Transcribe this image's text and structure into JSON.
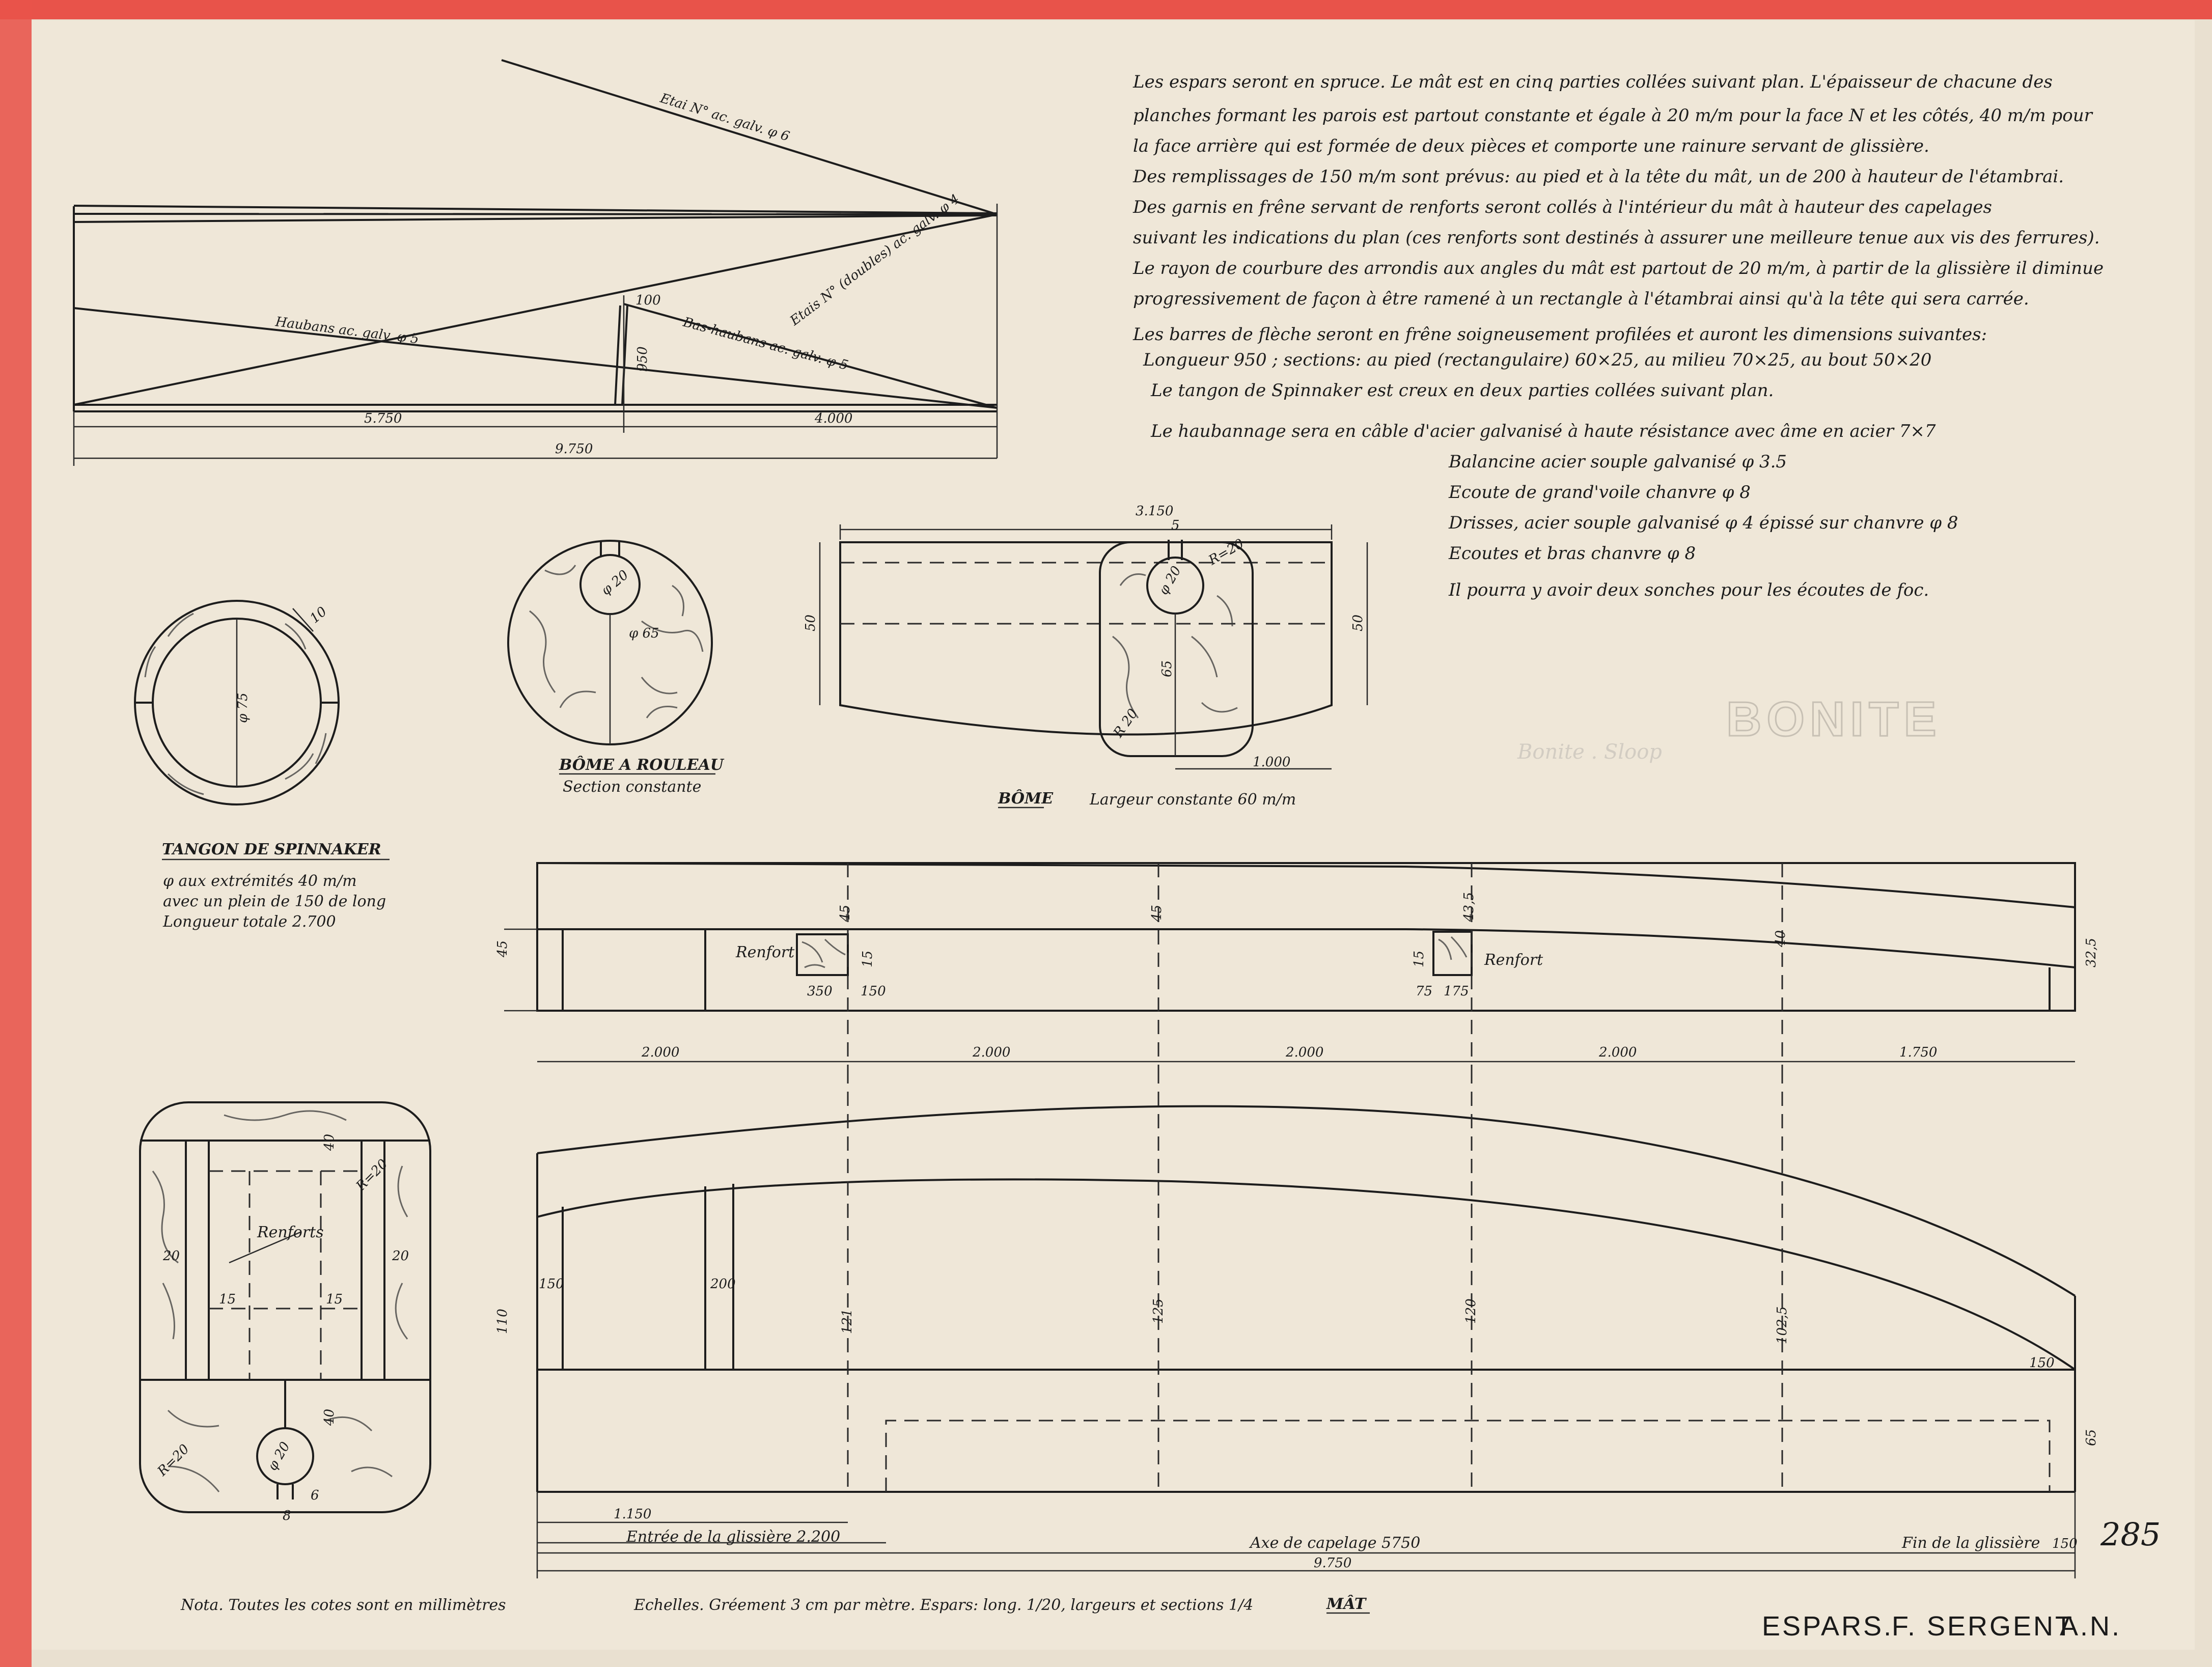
{
  "colors": {
    "paper": "#efe7d8",
    "tape": "#e8534a",
    "ink": "#1c1c1c"
  },
  "rigging": {
    "etai": "Etai N° ac. galv. φ 6",
    "etais_doubles": "Etais N° (doubles) ac. galv. φ 4",
    "haubans": "Haubans ac. galv. φ 5",
    "bas_haubans": "Bas-haubans ac. galv. φ 5",
    "spreader_height": "100",
    "spreader_length": "950",
    "dim_left": "5.750",
    "dim_right": "4.000",
    "dim_total": "9.750"
  },
  "notes": [
    "Les espars seront en spruce. Le mât est en cinq parties collées suivant plan. L'épaisseur de chacune des",
    "planches formant les parois est partout constante et égale à 20 m/m pour la face N et les côtés, 40 m/m pour",
    "la face arrière qui est formée de deux pièces et comporte une rainure servant de glissière.",
    "Des remplissages de 150 m/m sont prévus: au pied et à la tête du mât, un de 200 à hauteur de l'étambrai.",
    "Des garnis en frêne servant de renforts seront collés à l'intérieur du mât à hauteur des capelages",
    "suivant les indications du plan (ces renforts sont destinés à assurer une meilleure tenue aux vis des ferrures).",
    "Le rayon de courbure des arrondis aux angles du mât est partout de 20 m/m, à partir de la glissière il diminue",
    "progressivement de façon à être ramené à un rectangle à l'étambrai ainsi qu'à la tête qui sera carrée.",
    "Les barres de flèche seront en frêne soigneusement profilées et auront les dimensions suivantes:",
    "Longueur 950 ; sections: au pied (rectangulaire) 60×25, au milieu 70×25, au bout 50×20",
    "Le tangon de Spinnaker est creux en deux parties collées suivant plan.",
    "Le haubannage sera en câble d'acier galvanisé à haute résistance avec âme en acier 7×7"
  ],
  "rigging_list": [
    "Balancine acier souple galvanisé φ 3.5",
    "Ecoute de grand'voile chanvre φ 8",
    "Drisses, acier souple galvanisé φ 4 épissé sur chanvre φ 8",
    "Ecoutes et bras chanvre φ 8",
    "Il pourra y avoir deux sonches pour les écoutes de foc."
  ],
  "watermark": {
    "title": "BONITE",
    "subtitle": "Bonite . Sloop"
  },
  "tangon": {
    "caption": "TANGON DE SPINNAKER",
    "dim_wall": "10",
    "dim_dia": "φ 75",
    "spec_1": "φ aux extrémités 40 m/m",
    "spec_2": "avec un plein de 150 de long",
    "spec_3": "Longueur totale 2.700"
  },
  "bome_rouleau": {
    "caption": "BÔME A ROULEAU",
    "sub": "Section constante",
    "dim_slot": "φ 20",
    "dim_dia": "φ 65"
  },
  "bome": {
    "caption": "BÔME",
    "sub": "Largeur constante 60 m/m",
    "dim_len": "3.150",
    "dim_h_left": "50",
    "dim_h_right": "50",
    "dim_slot": "5",
    "dim_hole": "φ 20",
    "dim_r": "R=20",
    "dim_inner": "65",
    "dim_r2": "R 20",
    "dim_end": "1.000"
  },
  "mast_side": {
    "dims_top": [
      "45",
      "45",
      "43,5",
      "40"
    ],
    "dim_left": "45",
    "dim_right": "32,5",
    "renfort_1": "Renfort",
    "renfort_2": "Renfort",
    "r1_a": "350",
    "r1_b": "150",
    "r1_c": "15",
    "r2_a": "75",
    "r2_b": "175",
    "r2_c": "15",
    "segments": [
      "2.000",
      "2.000",
      "2.000",
      "2.000",
      "1.750"
    ]
  },
  "mast_front": {
    "dims": [
      "150",
      "200",
      "121",
      "125",
      "120",
      "102,5",
      "150"
    ],
    "dim_left": "110",
    "dim_right": "65",
    "glissiere_dim": "1.150",
    "glissiere_entry": "Entrée de la glissière 2.200",
    "capelage": "Axe de capelage 5750",
    "fin_glissiere": "Fin de la glissière",
    "fin_dim": "150",
    "total": "9.750",
    "caption": "MÂT"
  },
  "section": {
    "renforts": "Renforts",
    "d20a": "20",
    "d20b": "20",
    "d15a": "15",
    "d15b": "15",
    "r20a": "R=20",
    "r20b": "R=20",
    "d40a": "40",
    "d40b": "40",
    "hole": "φ 20",
    "slot": "8",
    "slot2": "6"
  },
  "footer": {
    "nota": "Nota. Toutes les cotes sont en millimètres",
    "echelles": "Echelles. Gréement 3 cm par mètre. Espars: long. 1/20, largeurs et sections 1/4",
    "title": "ESPARS.",
    "author": "F. SERGENT",
    "suffix": "A.N.",
    "number": "285"
  }
}
